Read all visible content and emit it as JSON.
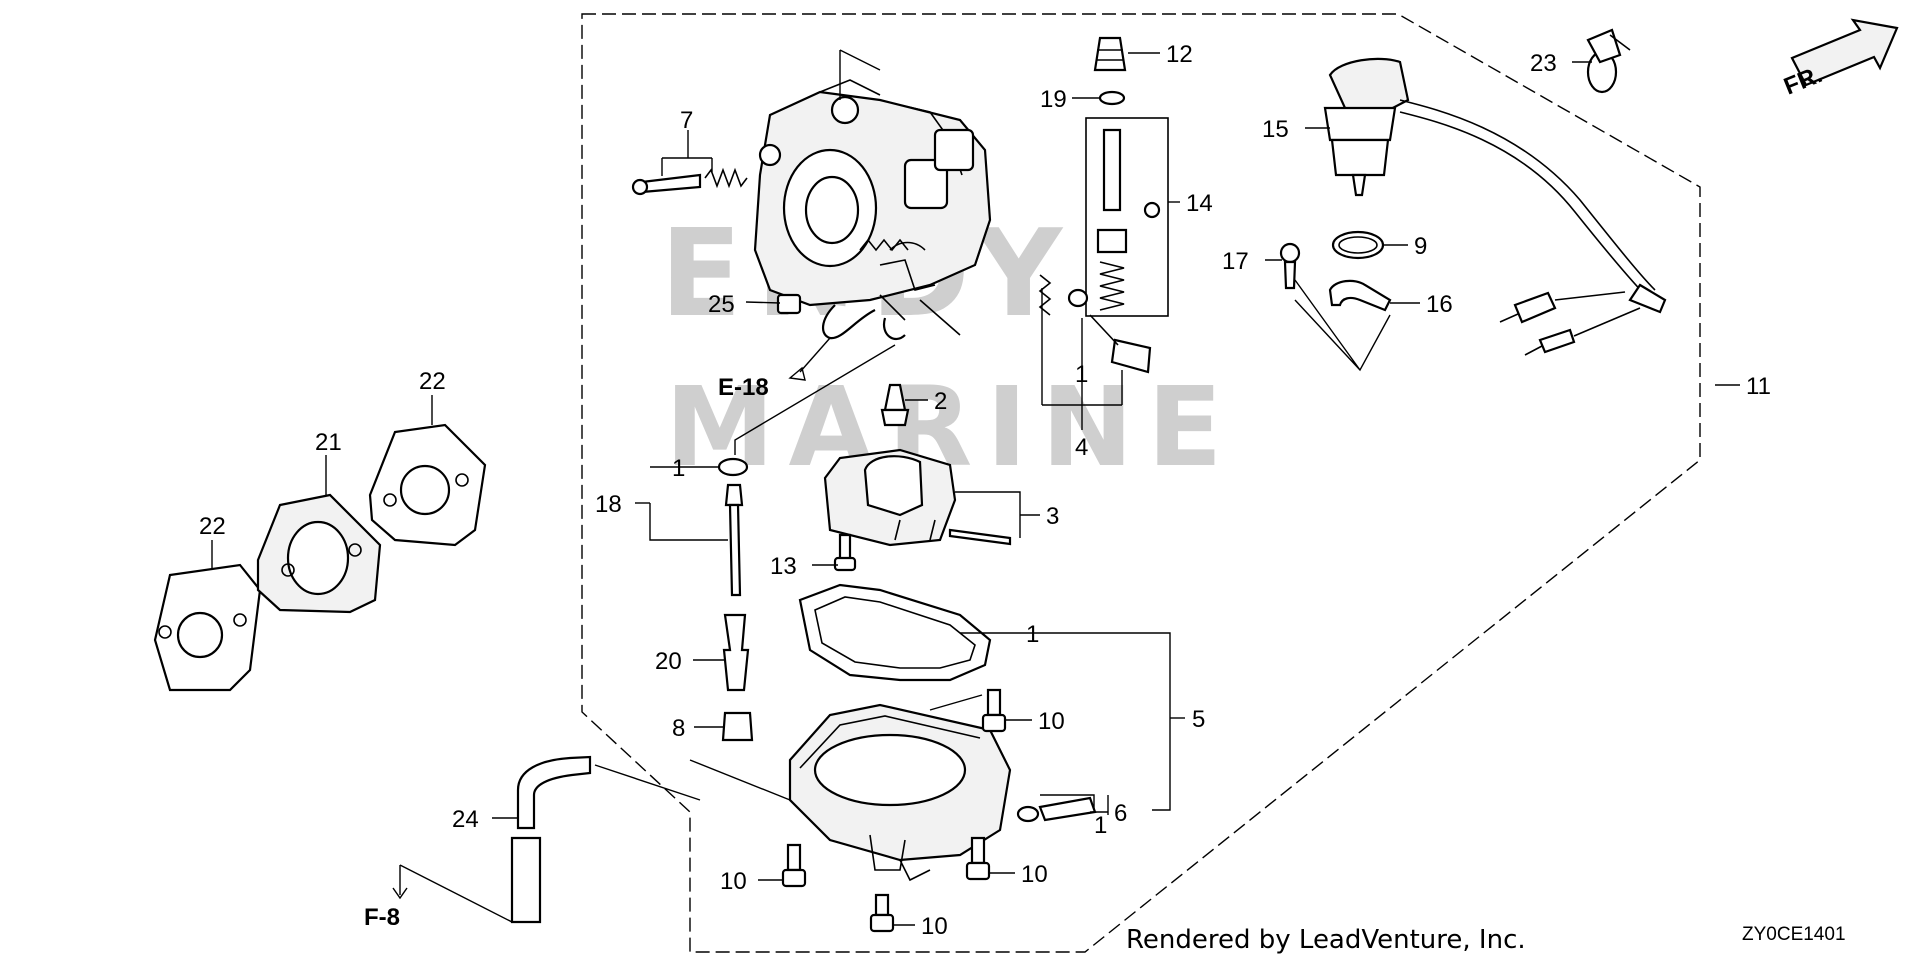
{
  "diagram": {
    "watermark_lines": [
      "ENDY",
      "MARINE"
    ],
    "direction_label": "FR.",
    "references": {
      "e18": "E-18",
      "f8": "F-8"
    },
    "credit": "Rendered by LeadVenture, Inc.",
    "diagram_code": "ZY0CE1401",
    "callouts": {
      "c1a": "1",
      "c1b": "1",
      "c1c": "1",
      "c1d": "1",
      "c2": "2",
      "c3": "3",
      "c4": "4",
      "c5": "5",
      "c6": "6",
      "c7": "7",
      "c8": "8",
      "c9": "9",
      "c10a": "10",
      "c10b": "10",
      "c10c": "10",
      "c10d": "10",
      "c11": "11",
      "c12": "12",
      "c13": "13",
      "c14": "14",
      "c15": "15",
      "c16": "16",
      "c17": "17",
      "c18": "18",
      "c19": "19",
      "c20": "20",
      "c21": "21",
      "c22a": "22",
      "c22b": "22",
      "c23": "23",
      "c24": "24",
      "c25": "25"
    }
  }
}
